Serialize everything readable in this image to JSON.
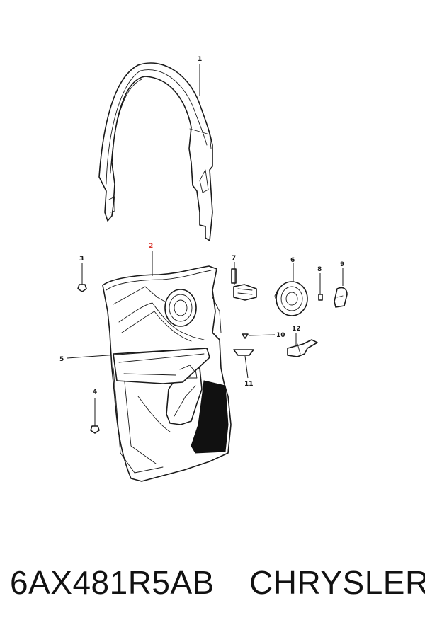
{
  "diagram": {
    "callouts": [
      {
        "id": "1",
        "label": "1"
      },
      {
        "id": "2",
        "label": "2",
        "highlight": true
      },
      {
        "id": "3",
        "label": "3"
      },
      {
        "id": "4",
        "label": "4"
      },
      {
        "id": "5",
        "label": "5"
      },
      {
        "id": "6",
        "label": "6"
      },
      {
        "id": "7",
        "label": "7"
      },
      {
        "id": "8",
        "label": "8"
      },
      {
        "id": "9",
        "label": "9"
      },
      {
        "id": "10",
        "label": "10"
      },
      {
        "id": "11",
        "label": "11"
      },
      {
        "id": "12",
        "label": "12"
      }
    ],
    "highlight_color": "#d9342b",
    "line_color": "#1a1a1a"
  },
  "caption": {
    "part_number": "6AX481R5AB",
    "brand": "CHRYSLER"
  }
}
